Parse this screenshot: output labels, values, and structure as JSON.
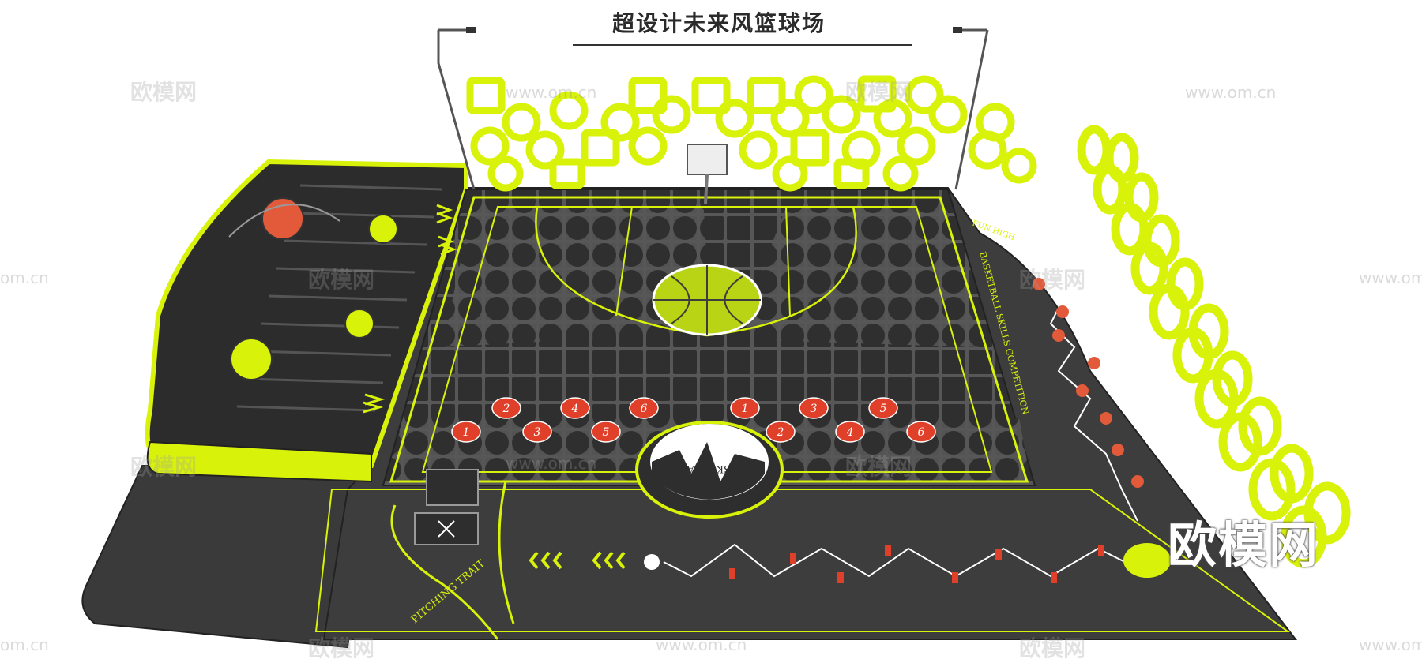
{
  "title": "超设计未来风篮球场",
  "colors": {
    "neon": "#d9f20a",
    "neon_dark": "#9fb80a",
    "court": "#4a4a4a",
    "court_dark": "#2e2e2e",
    "apron": "#3a3a3a",
    "ball": "#e25a3a",
    "marker": "#e0402a",
    "white": "#ffffff"
  },
  "watermarks": {
    "cn_text": "欧模网",
    "url_text": "www.om.cn",
    "url_short": "om.cn",
    "big_text": "欧模网"
  },
  "court": {
    "center_logo": "BASKETBALL",
    "side_text": "BASKETBALL  SKILLS  COMPETITION",
    "corner_text": "FUN  HIGH",
    "pitching_text": "PITCHING  TRAIT"
  },
  "markers_row1": [
    "2",
    "4",
    "6",
    "1",
    "3",
    "5"
  ],
  "markers_row2": [
    "1",
    "3",
    "5",
    "2",
    "4",
    "6"
  ]
}
